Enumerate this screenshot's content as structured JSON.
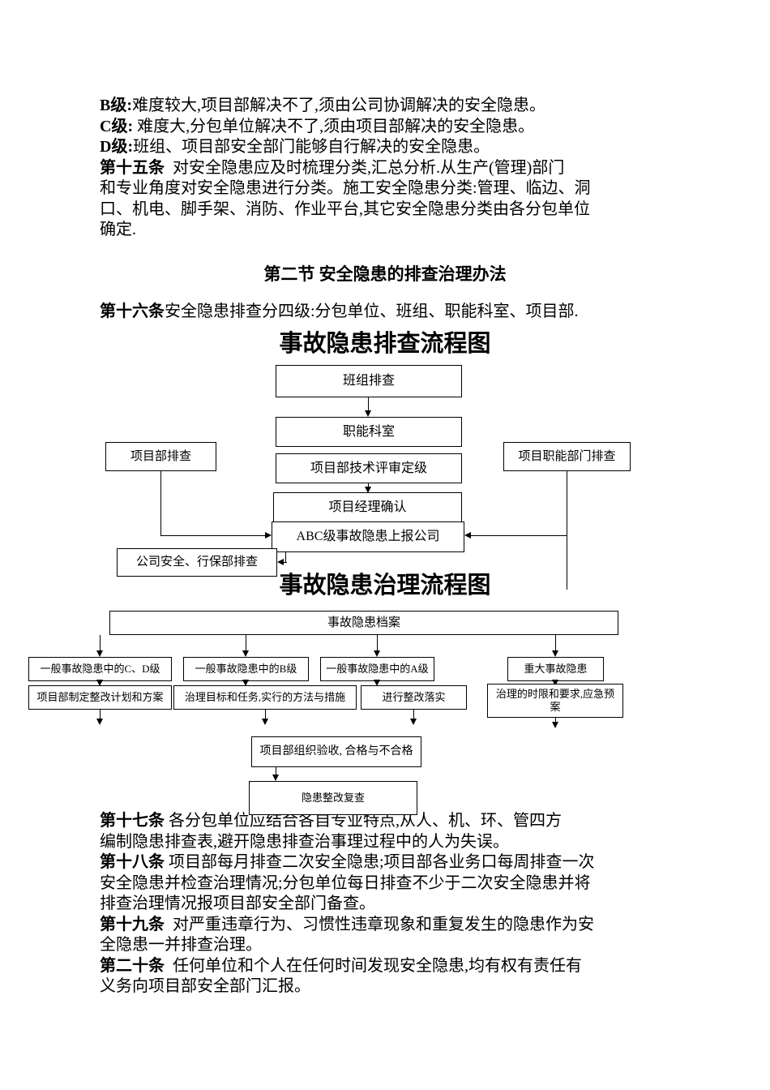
{
  "top_paragraph": {
    "lines": [
      {
        "bold": "B级:",
        "text": "难度较大,项目部解决不了,须由公司协调解决的安全隐患。"
      },
      {
        "bold": "C级:",
        "text": " 难度大,分包单位解决不了,须由项目部解决的安全隐患。"
      },
      {
        "bold": "D级:",
        "text": "班组、项目部安全部门能够自行解决的安全隐患。"
      },
      {
        "bold": "第十五条",
        "text": "  对安全隐患应及时梳理分类,汇总分析.从生产(管理)部门"
      },
      {
        "bold": "",
        "text": "和专业角度对安全隐患进行分类。施工安全隐患分类:管理、临边、洞"
      },
      {
        "bold": "",
        "text": "口、机电、脚手架、消防、作业平台,其它安全隐患分类由各分包单位"
      },
      {
        "bold": "",
        "text": "确定."
      }
    ]
  },
  "section_heading": "第二节 安全隐患的排查治理办法",
  "article16": {
    "bold": "第十六条",
    "text": "安全隐患排查分四级:分包单位、班组、职能科室、项目部."
  },
  "chart1": {
    "title": "事故隐患排查流程图",
    "boxes": {
      "banzu": "班组排查",
      "zhineng": "职能科室",
      "pingshen": "项目部技术评审定级",
      "jingli": "项目经理确认",
      "abc": "ABC级事故隐患上报公司",
      "xiangmubu": "项目部排查",
      "zhinengbumen": "项目职能部门排查",
      "gongsi": "公司安全、行保部排查"
    }
  },
  "chart2": {
    "title": "事故隐患治理流程图",
    "archive": "事故隐患档案",
    "categories": [
      "一般事故隐患中的C、D级",
      "一般事故隐患中的B级",
      "一般事故隐患中的A级",
      "重大事故隐患"
    ],
    "measures": [
      "项目部制定整改计划和方案",
      "治理目标和任务,实行的方法与措施",
      "进行整改落实",
      "治理的时限和要求,应急预案"
    ],
    "acceptance": "项目部组织验收, 合格与不合格",
    "recheck": "隐患整改复查"
  },
  "bottom_paragraph": {
    "lines": [
      {
        "bold": "第十七条",
        "text": " 各分包单位应结合各自专业特点,从人、机、环、管四方"
      },
      {
        "bold": "",
        "text": "编制隐患排查表,避开隐患排查治事理过程中的人为失误。"
      },
      {
        "bold": "第十八条",
        "text": " 项目部每月排查二次安全隐患;项目部各业务口每周排查一次"
      },
      {
        "bold": "",
        "text": "安全隐患并检查治理情况;分包单位每日排查不少于二次安全隐患并将"
      },
      {
        "bold": "",
        "text": "排查治理情况报项目部安全部门备查。"
      },
      {
        "bold": "第十九条",
        "text": "  对严重违章行为、习惯性违章现象和重复发生的隐患作为安"
      },
      {
        "bold": "",
        "text": "全隐患一并排查治理。"
      },
      {
        "bold": "第二十条",
        "text": "  任何单位和个人在任何时间发现安全隐患,均有权有责任有"
      },
      {
        "bold": "",
        "text": "义务向项目部安全部门汇报。"
      }
    ]
  }
}
